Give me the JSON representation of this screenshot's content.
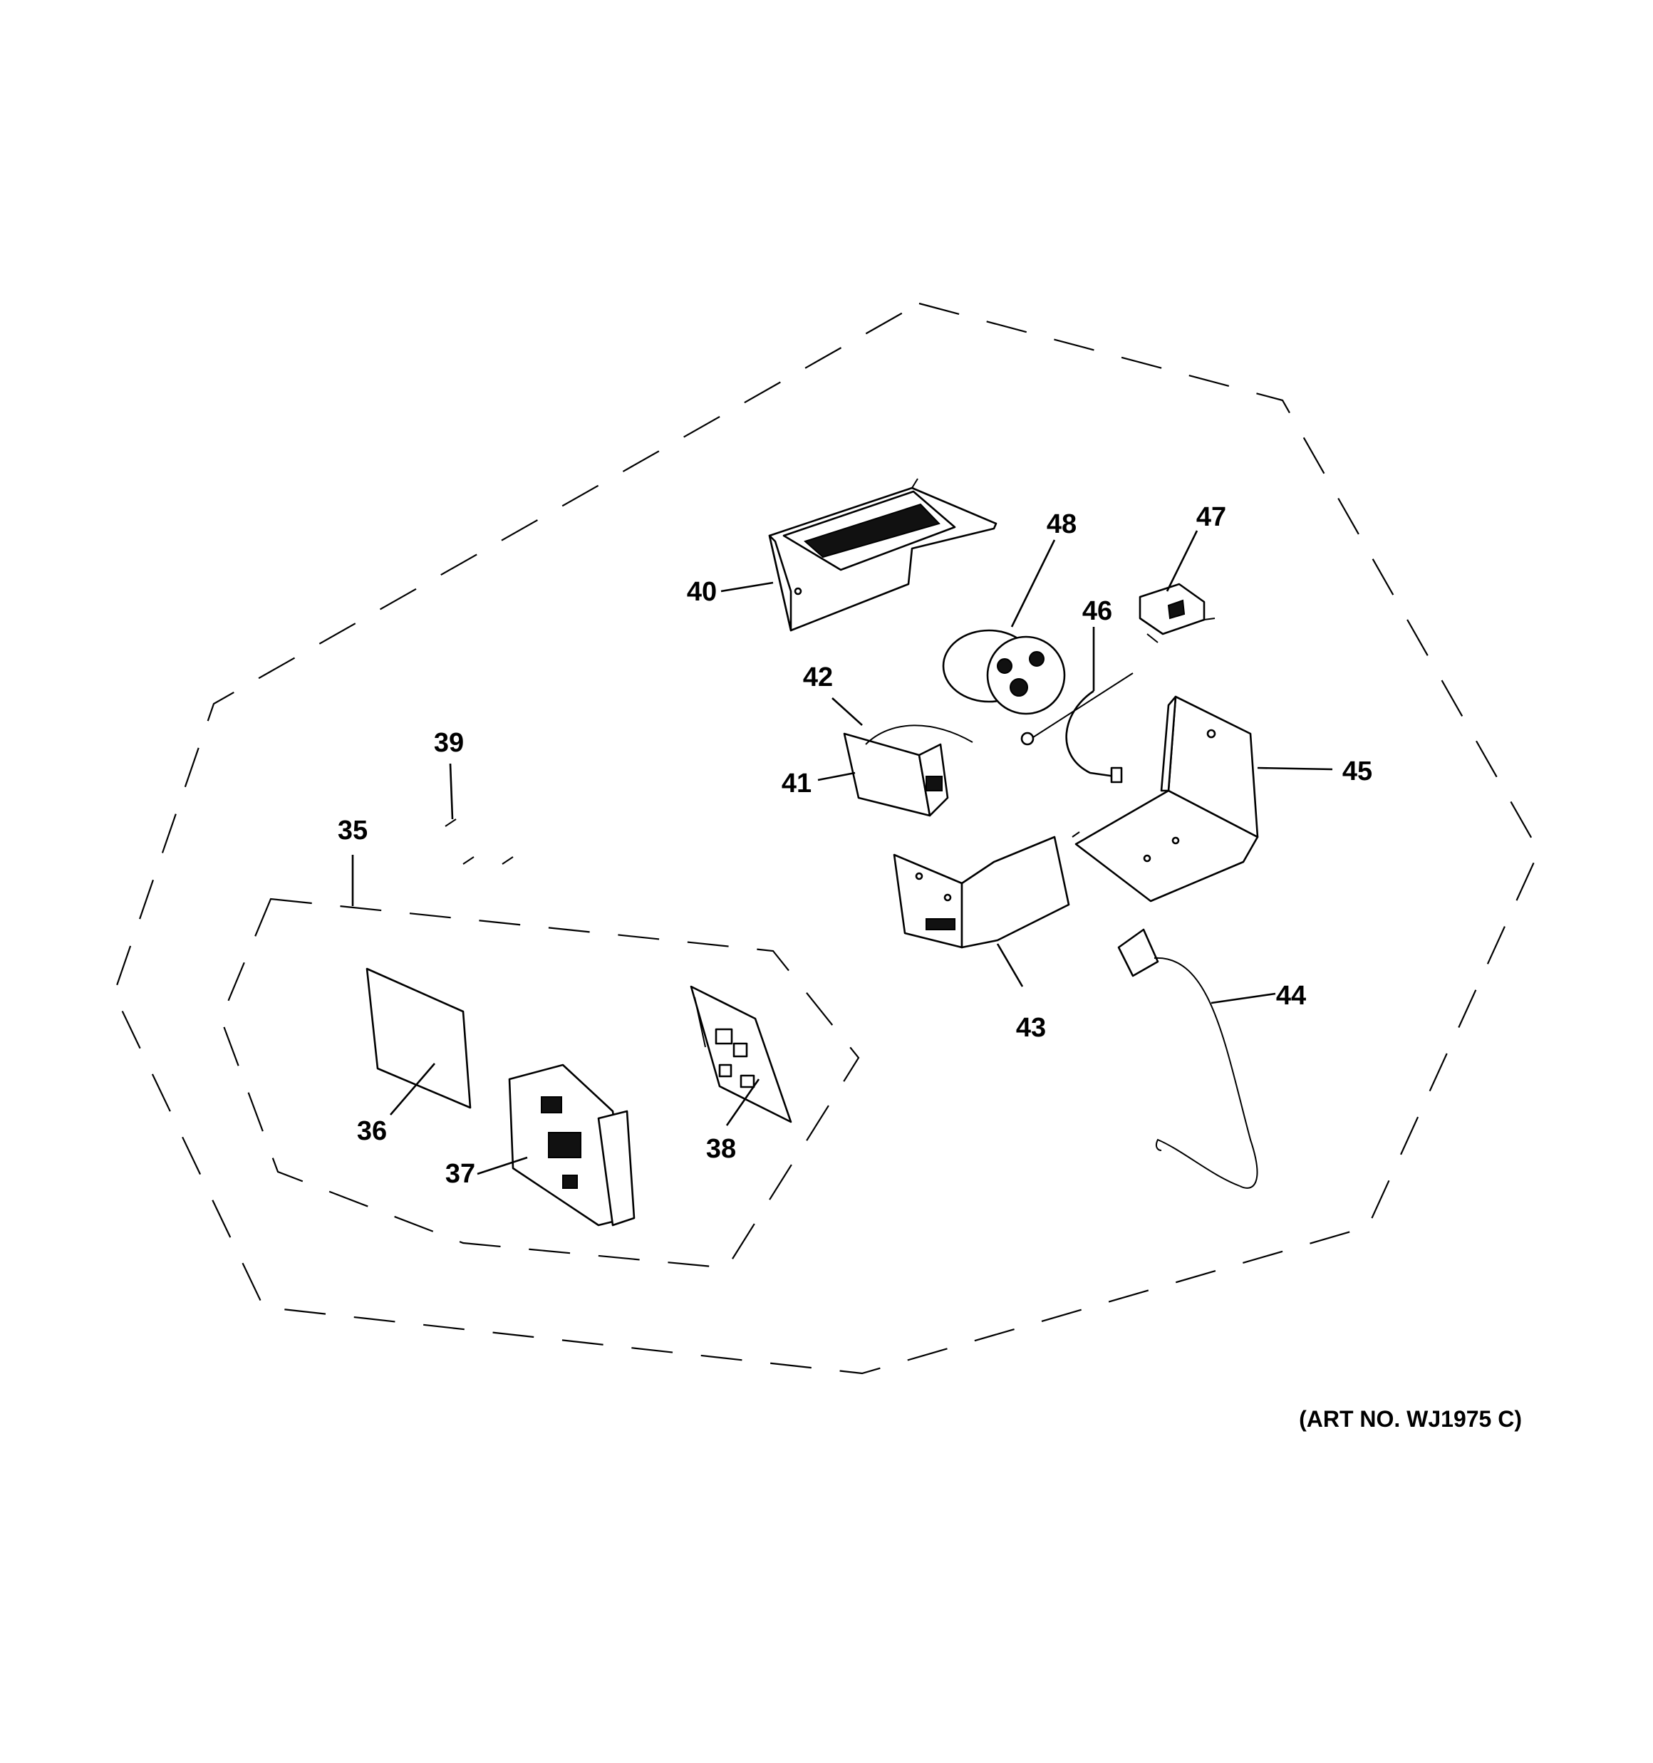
{
  "diagram": {
    "callouts": {
      "c35": "35",
      "c36": "36",
      "c37": "37",
      "c38": "38",
      "c39": "39",
      "c40": "40",
      "c41": "41",
      "c42": "42",
      "c43": "43",
      "c44": "44",
      "c45": "45",
      "c46": "46",
      "c47": "47",
      "c48": "48"
    },
    "art_number": "(ART NO. WJ1975 C)"
  }
}
